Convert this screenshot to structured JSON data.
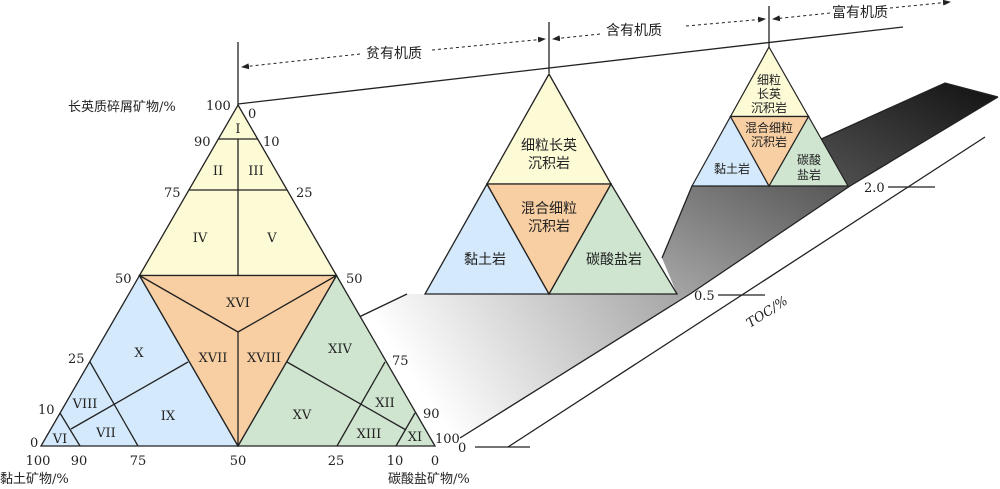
{
  "colors": {
    "felsic": "#fdfad6",
    "mixed": "#f8cfa3",
    "clay": "#d4e9fb",
    "carbonate": "#cfe5d0"
  },
  "ternary": {
    "axis_top": "长英质碎屑矿物/%",
    "axis_left": "黏土矿物/%",
    "axis_right": "碳酸盐矿物/%",
    "ticks_left": [
      "100",
      "90",
      "75",
      "50",
      "25",
      "10",
      "0"
    ],
    "ticks_right": [
      "0",
      "10",
      "25",
      "50",
      "75",
      "90",
      "100"
    ],
    "ticks_bottom": [
      "100",
      "90",
      "75",
      "50",
      "25",
      "10",
      "0"
    ],
    "regions": [
      "I",
      "II",
      "III",
      "IV",
      "V",
      "VI",
      "VII",
      "VIII",
      "IX",
      "X",
      "XI",
      "XII",
      "XIII",
      "XIV",
      "XV",
      "XVI",
      "XVII",
      "XVIII"
    ]
  },
  "middle": {
    "felsic": [
      "细粒长英",
      "沉积岩"
    ],
    "mixed": [
      "混合细粒",
      "沉积岩"
    ],
    "clay": "黏土岩",
    "carbonate": "碳酸盐岩"
  },
  "small": {
    "felsic": [
      "细粒",
      "长英",
      "沉积岩"
    ],
    "mixed": [
      "混合细粒",
      "沉积岩"
    ],
    "clay": "黏土岩",
    "carbonate": [
      "碳酸",
      "盐岩"
    ]
  },
  "organic": {
    "poor": "贫有机质",
    "medium": "含有机质",
    "rich": "富有机质"
  },
  "toc": {
    "label": "TOC/%",
    "ticks": [
      "0",
      "0.5",
      "2.0"
    ]
  }
}
